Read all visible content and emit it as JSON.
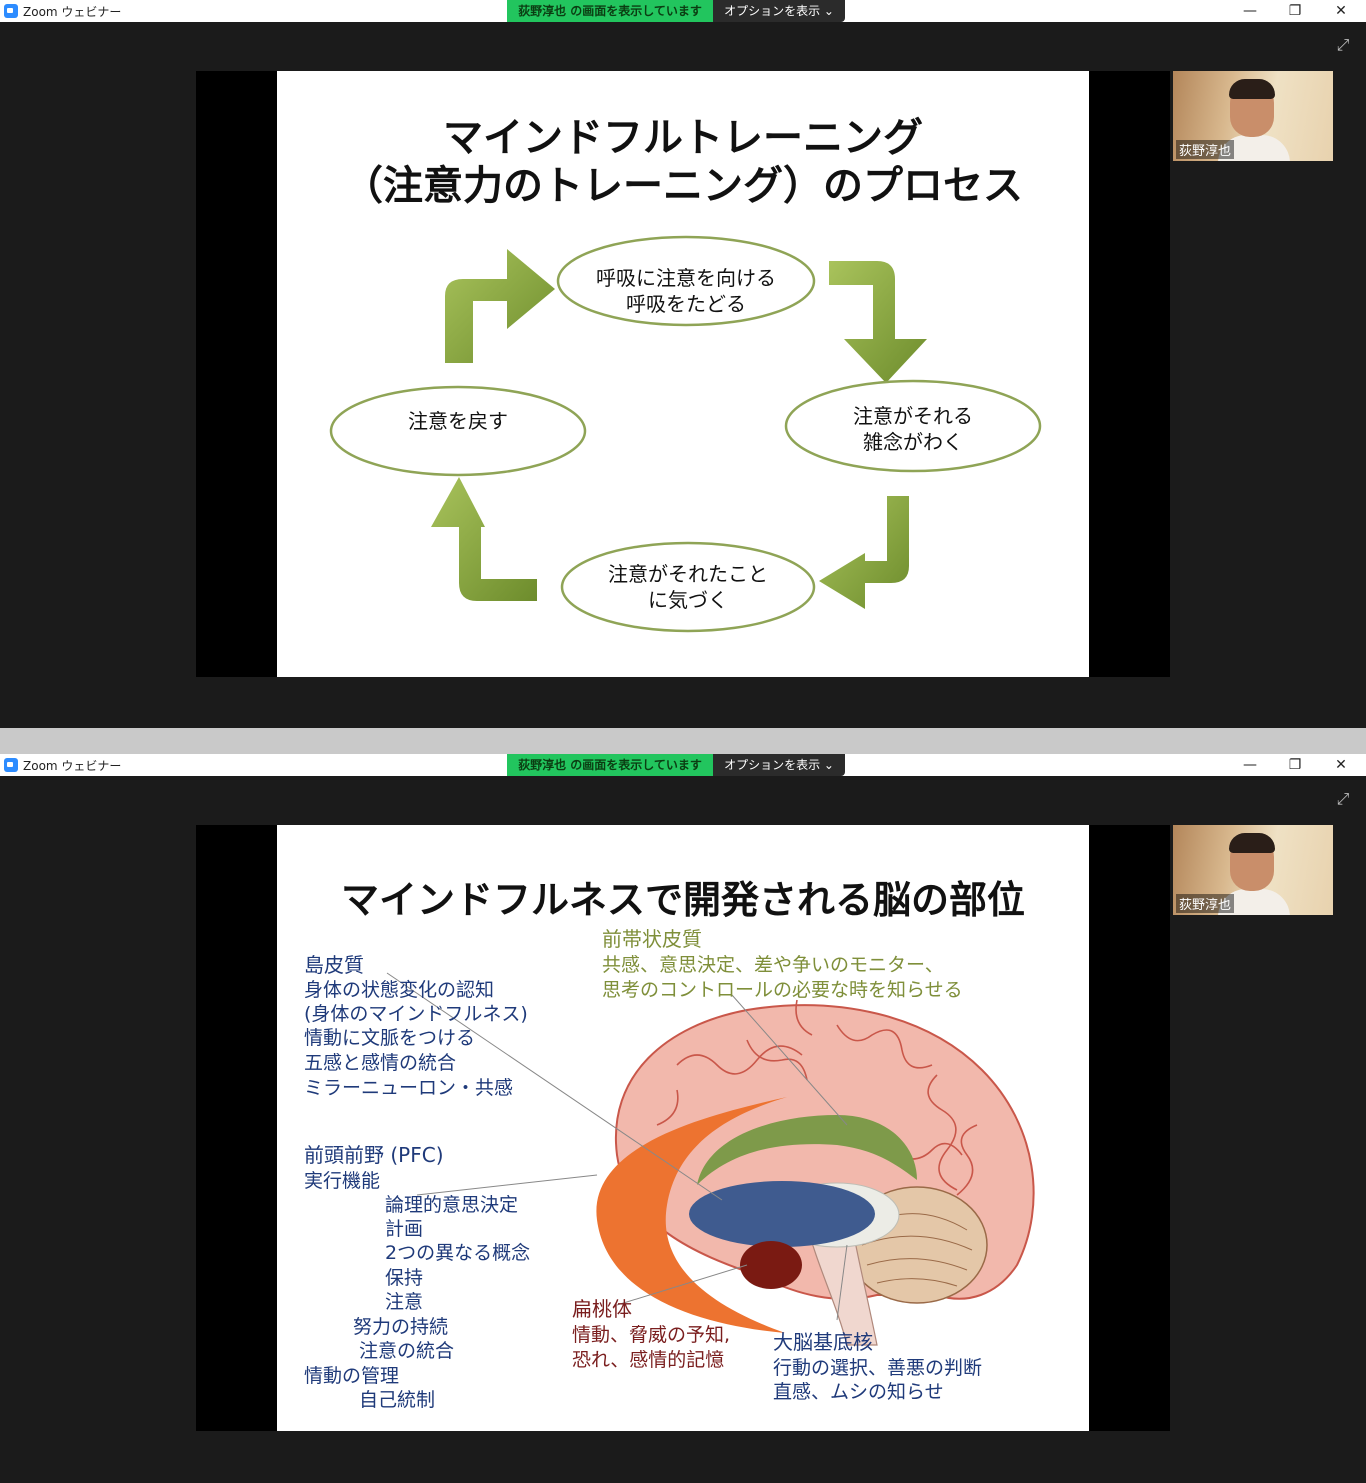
{
  "window": {
    "app_title": "Zoom ウェビナー",
    "share_banner": "荻野淳也 の画面を表示しています",
    "options_label": "オプションを表示 ⌄",
    "minimize_glyph": "—",
    "restore_glyph": "❐",
    "close_glyph": "✕",
    "expand_glyph": "⤢"
  },
  "participant": {
    "name": "荻野淳也"
  },
  "slide1": {
    "title_line1": "マインドフルトレーニング",
    "title_line2": "（注意力のトレーニング）のプロセス",
    "ovals": [
      {
        "line1": "呼吸に注意を向ける",
        "line2": "呼吸をたどる"
      },
      {
        "line1": "注意がそれる",
        "line2": "雑念がわく"
      },
      {
        "line1": "注意がそれたこと",
        "line2": "に気づく"
      },
      {
        "line1": "注意を戻す",
        "line2": ""
      }
    ],
    "arrow_color": "#8aaa3e"
  },
  "slide2": {
    "title": "マインドフルネスで開発される脳の部位",
    "insula": {
      "heading": "島皮質",
      "lines": [
        "身体の状態変化の認知",
        "(身体のマインドフルネス)",
        "情動に文脈をつける",
        "五感と感情の統合",
        "ミラーニューロン・共感"
      ]
    },
    "pfc": {
      "heading": "前頭前野 (PFC)",
      "lines": [
        "実行機能",
        "論理的意思決定",
        "計画",
        "2つの異なる概念",
        "保持",
        "注意",
        "努力の持続",
        "注意の統合",
        "情動の管理",
        "自己統制"
      ]
    },
    "acc": {
      "heading": "前帯状皮質",
      "lines": [
        "共感、意思決定、差や争いのモニター、",
        "思考のコントロールの必要な時を知らせる"
      ]
    },
    "amygdala": {
      "heading": "扁桃体",
      "lines": [
        "情動、脅威の予知,",
        "恐れ、感情的記憶"
      ]
    },
    "basal_ganglia": {
      "heading": "大脳基底核",
      "lines": [
        "行動の選択、善悪の判断",
        "直感、ムシの知らせ"
      ]
    },
    "colors": {
      "pfc_crescent": "#ed7330",
      "acc_band": "#7e9a4a",
      "insula_disc": "#3f5b8f",
      "amygdala": "#7a1a12",
      "cortex": "#f2b8ac"
    }
  }
}
